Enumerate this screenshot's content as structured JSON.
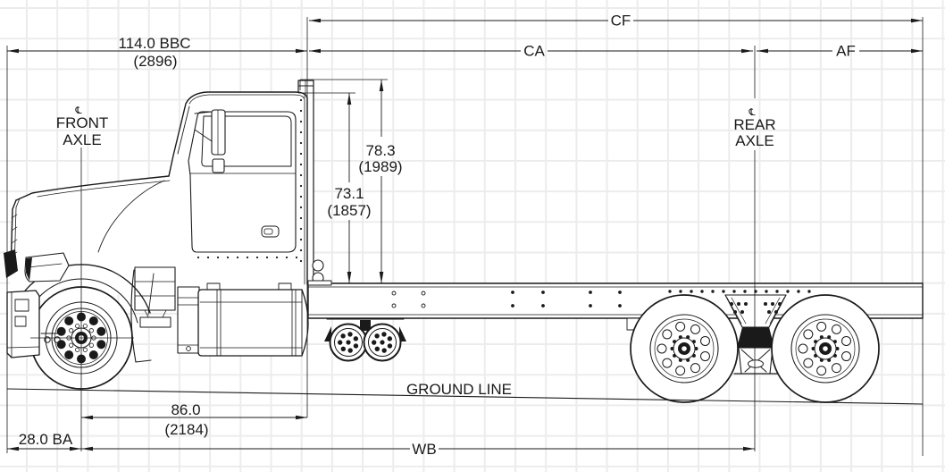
{
  "labels": {
    "cf": "CF",
    "ca": "CA",
    "af": "AF",
    "bbc": "114.0 BBC",
    "bbc_mm": "(2896)",
    "height_overall": "78.3",
    "height_overall_mm": "(1989)",
    "height_cab": "73.1",
    "height_cab_mm": "(1857)",
    "front_axle_line1": "FRONT",
    "front_axle_line2": "AXLE",
    "rear_axle_line1": "REAR",
    "rear_axle_line2": "AXLE",
    "centerline_front": "℄",
    "centerline_rear": "℄",
    "ground_line": "GROUND LINE",
    "axle_to_boc": "86.0",
    "axle_to_boc_mm": "(2184)",
    "ba": "28.0 BA",
    "wb": "WB"
  },
  "colors": {
    "ink": "#1a1a1a",
    "grid": "#ececec",
    "background": "#ffffff"
  }
}
